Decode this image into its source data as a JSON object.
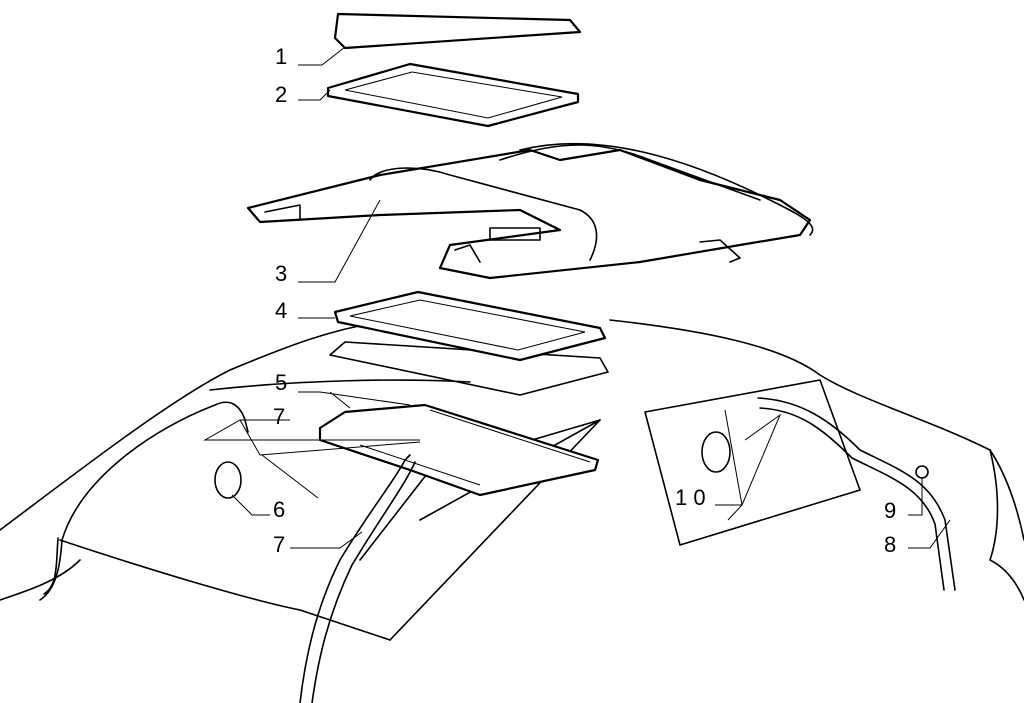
{
  "diagram": {
    "labels": {
      "p1": "1",
      "p2": "2",
      "p3": "3",
      "p4": "4",
      "p5": "5",
      "p6": "6",
      "p7a": "7",
      "p7b": "7",
      "p8": "8",
      "p9": "9",
      "p10": "1 0"
    }
  }
}
